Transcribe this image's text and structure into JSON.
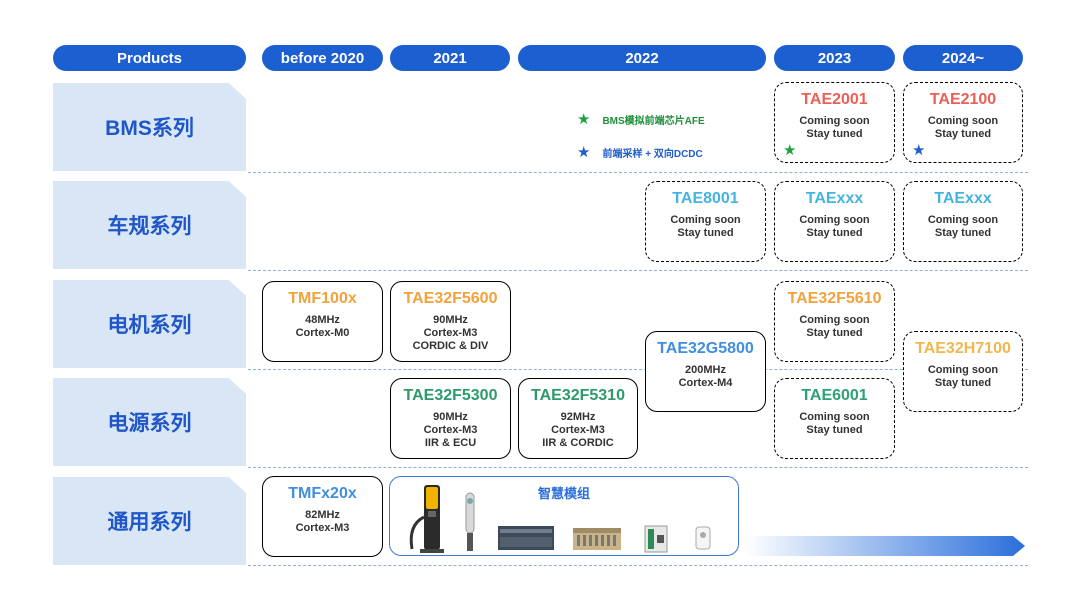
{
  "header": {
    "products": "Products",
    "periods": [
      "before 2020",
      "2021",
      "2022",
      "2023",
      "2024~"
    ]
  },
  "rows": {
    "bms": "BMS系列",
    "auto": "车规系列",
    "motor": "电机系列",
    "power": "电源系列",
    "general": "通用系列"
  },
  "legend": {
    "green_star_text": "BMS模拟前端芯片AFE",
    "blue_star_text": "前端采样 + 双向DCDC",
    "green_star_color": "#1ea23f",
    "blue_star_color": "#1f5ec8"
  },
  "cards": {
    "tae2001": {
      "title": "TAE2001",
      "l1": "Coming soon",
      "l2": "Stay tuned"
    },
    "tae2100": {
      "title": "TAE2100",
      "l1": "Coming soon",
      "l2": "Stay tuned"
    },
    "tae8001": {
      "title": "TAE8001",
      "l1": "Coming soon",
      "l2": "Stay tuned"
    },
    "taexxx_2023": {
      "title": "TAExxx",
      "l1": "Coming soon",
      "l2": "Stay tuned"
    },
    "taexxx_2024": {
      "title": "TAExxx",
      "l1": "Coming soon",
      "l2": "Stay tuned"
    },
    "tmf100x": {
      "title": "TMF100x",
      "l1": "48MHz",
      "l2": "Cortex-M0"
    },
    "tae32f5600": {
      "title": "TAE32F5600",
      "l1": "90MHz",
      "l2": "Cortex-M3",
      "l3": "CORDIC & DIV"
    },
    "tae32f5610": {
      "title": "TAE32F5610",
      "l1": "Coming soon",
      "l2": "Stay tuned"
    },
    "tae32g5800": {
      "title": "TAE32G5800",
      "l1": "200MHz",
      "l2": "Cortex-M4"
    },
    "tae32h7100": {
      "title": "TAE32H7100",
      "l1": "Coming soon",
      "l2": "Stay tuned"
    },
    "tae32f5300": {
      "title": "TAE32F5300",
      "l1": "90MHz",
      "l2": "Cortex-M3",
      "l3": "IIR & ECU"
    },
    "tae32f5310": {
      "title": "TAE32F5310",
      "l1": "92MHz",
      "l2": "Cortex-M3",
      "l3": "IIR & CORDIC"
    },
    "tae6001": {
      "title": "TAE6001",
      "l1": "Coming soon",
      "l2": "Stay tuned"
    },
    "tmfx20x": {
      "title": "TMFx20x",
      "l1": "82MHz",
      "l2": "Cortex-M3"
    }
  },
  "smart_module": {
    "title": "智慧模组"
  },
  "colors": {
    "header_blue": "#1b5fd1",
    "row_label_bg": "#d9e6f5",
    "row_label_text": "#1f56c8"
  }
}
